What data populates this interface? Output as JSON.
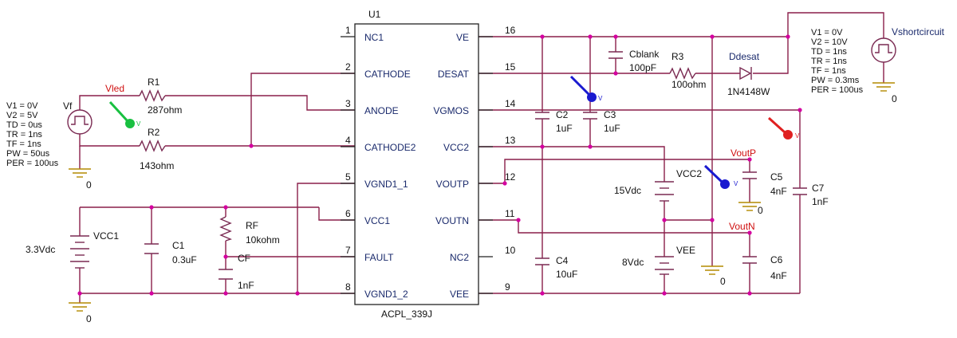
{
  "ic": {
    "ref": "U1",
    "part": "ACPL_339J",
    "pins_left": [
      {
        "num": "1",
        "name": "NC1"
      },
      {
        "num": "2",
        "name": "CATHODE"
      },
      {
        "num": "3",
        "name": "ANODE"
      },
      {
        "num": "4",
        "name": "CATHODE2"
      },
      {
        "num": "5",
        "name": "VGND1_1"
      },
      {
        "num": "6",
        "name": "VCC1"
      },
      {
        "num": "7",
        "name": "FAULT"
      },
      {
        "num": "8",
        "name": "VGND1_2"
      }
    ],
    "pins_right": [
      {
        "num": "16",
        "name": "VE"
      },
      {
        "num": "15",
        "name": "DESAT"
      },
      {
        "num": "14",
        "name": "VGMOS"
      },
      {
        "num": "13",
        "name": "VCC2"
      },
      {
        "num": "12",
        "name": "VOUTP"
      },
      {
        "num": "11",
        "name": "VOUTN"
      },
      {
        "num": "10",
        "name": "NC2"
      },
      {
        "num": "9",
        "name": "VEE"
      }
    ]
  },
  "vf_source": {
    "name": "Vf",
    "params": [
      "V1 = 0V",
      "V2 = 5V",
      "TD = 0us",
      "TR = 1ns",
      "TF = 1ns",
      "PW = 50us",
      "PER = 100us"
    ]
  },
  "vshort_source": {
    "name": "Vshortcircuit",
    "params": [
      "V1 = 0V",
      "V2 = 10V",
      "TD = 1ns",
      "TR = 1ns",
      "TF = 1ns",
      "PW = 0.3ms",
      "PER = 100us"
    ]
  },
  "resistors": {
    "r1": {
      "ref": "R1",
      "value": "287ohm"
    },
    "r2": {
      "ref": "R2",
      "value": "143ohm"
    },
    "r3": {
      "ref": "R3",
      "value": "100ohm"
    },
    "rf": {
      "ref": "RF",
      "value": "10kohm"
    }
  },
  "capacitors": {
    "c1": {
      "ref": "C1",
      "value": "0.3uF"
    },
    "cf": {
      "ref": "CF",
      "value": "1nF"
    },
    "c2": {
      "ref": "C2",
      "value": "1uF"
    },
    "c3": {
      "ref": "C3",
      "value": "1uF"
    },
    "c4": {
      "ref": "C4",
      "value": "10uF"
    },
    "c5": {
      "ref": "C5",
      "value": "4nF"
    },
    "c6": {
      "ref": "C6",
      "value": "4nF"
    },
    "c7": {
      "ref": "C7",
      "value": "1nF"
    },
    "cblank": {
      "ref": "Cblank",
      "value": "100pF"
    }
  },
  "batteries": {
    "vcc1": {
      "ref": "VCC1",
      "value": "3.3Vdc"
    },
    "vcc2": {
      "ref": "VCC2",
      "value": "15Vdc"
    },
    "vee": {
      "ref": "VEE",
      "value": "8Vdc"
    }
  },
  "diode": {
    "ref": "Ddesat",
    "value": "1N4148W"
  },
  "probes": {
    "vled": "Vled",
    "voutp": "VoutP",
    "voutn": "VoutN",
    "marker_text": "V"
  },
  "ground_label": "0",
  "colors": {
    "wire": "#8a1f4a",
    "junction": "#d400a0",
    "ground": "#b38a00",
    "probe_green": "#18c040",
    "probe_blue": "#1a1ad0",
    "probe_red": "#e02020",
    "net_label_red": "#d01010",
    "label_blue": "#1a2a6c"
  }
}
